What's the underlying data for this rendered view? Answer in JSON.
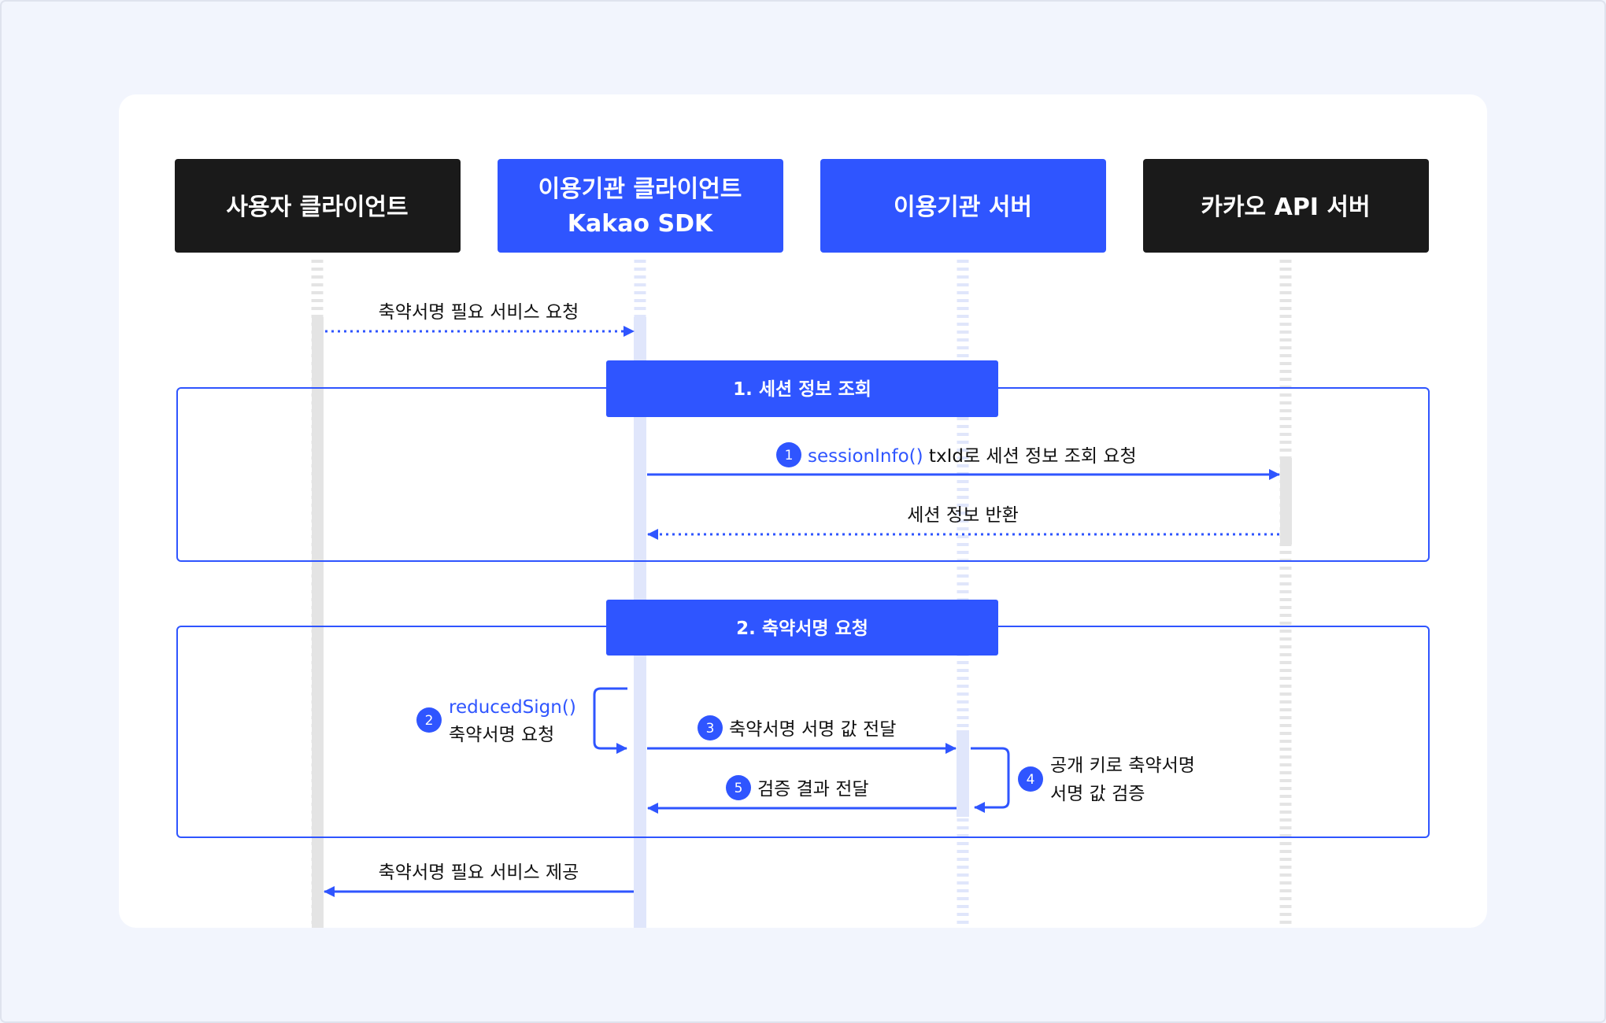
{
  "colors": {
    "accent": "#2f55ff",
    "dark": "#1a1a1a",
    "activation": "#e0e6fb",
    "user_bar": "#e4e4e4"
  },
  "participants": [
    {
      "line1": "사용자 클라이언트"
    },
    {
      "line1": "이용기관 클라이언트",
      "line2": "Kakao SDK"
    },
    {
      "line1": "이용기관 서버"
    },
    {
      "line1": "카카오 API 서버"
    }
  ],
  "messages": {
    "request_service": "축약서명 필요 서비스 요청",
    "session_badge": "1",
    "session_fn": "sessionInfo()",
    "session_text": " txId로 세션 정보 조회 요청",
    "session_return": "세션 정보 반환",
    "reduced_badge": "2",
    "reduced_fn": "reducedSign()",
    "reduced_text": "축약서명 요청",
    "send_badge": "3",
    "send_text": "축약서명 서명 값 전달",
    "verify_badge": "4",
    "verify_line1": "공개 키로 축약서명",
    "verify_line2": "서명 값 검증",
    "result_badge": "5",
    "result_text": "검증 결과 전달",
    "provide_service": "축약서명 필요 서비스 제공"
  },
  "groups": [
    {
      "label": "1. 세션 정보 조회"
    },
    {
      "label": "2. 축약서명 요청"
    }
  ]
}
